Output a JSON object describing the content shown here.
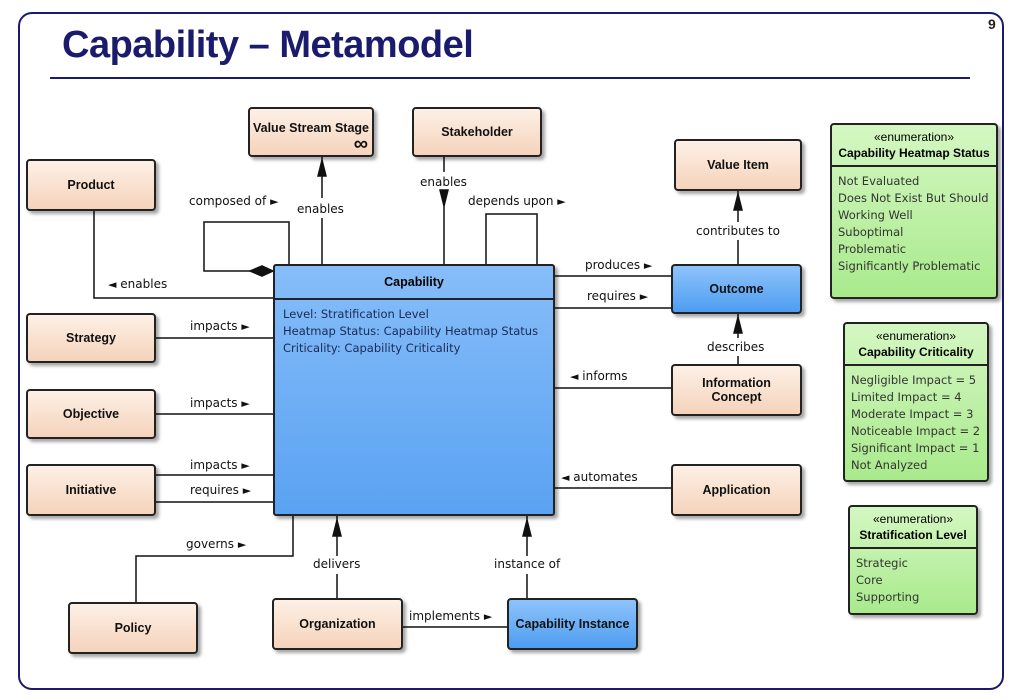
{
  "page_number": "9",
  "title": "Capability – Metamodel",
  "colors": {
    "title": "#1b1b6e",
    "element_fill": "#f5d3bb",
    "capability_fill": "#5aa2f2",
    "enumeration_fill": "#a9ea8c"
  },
  "elements": {
    "value_stream_stage": "Value Stream Stage",
    "stakeholder": "Stakeholder",
    "product": "Product",
    "value_item": "Value Item",
    "capability": "Capability",
    "outcome": "Outcome",
    "strategy": "Strategy",
    "information_concept": "Information Concept",
    "objective": "Objective",
    "initiative": "Initiative",
    "application": "Application",
    "policy": "Policy",
    "organization": "Organization",
    "capability_instance": "Capability Instance"
  },
  "capability_attributes": [
    "Level: Stratification Level",
    "Heatmap Status: Capability Heatmap Status",
    "Criticality: Capability Criticality"
  ],
  "relations": {
    "composed_of": "composed of",
    "vss_enables": "enables",
    "stakeholder_enables": "enables",
    "depends_upon": "depends upon",
    "product_enables": "enables",
    "produces": "produces",
    "requires_outcome": "requires",
    "contributes_to": "contributes to",
    "describes": "describes",
    "informs": "informs",
    "automates": "automates",
    "strategy_impacts": "impacts",
    "objective_impacts": "impacts",
    "initiative_impacts": "impacts",
    "initiative_requires": "requires",
    "governs": "governs",
    "delivers": "delivers",
    "instance_of": "instance of",
    "implements": "implements"
  },
  "enumerations": {
    "stereotype": "«enumeration»",
    "heatmap": {
      "name": "Capability Heatmap Status",
      "values": [
        "Not Evaluated",
        "Does Not Exist But Should",
        "Working Well",
        "Suboptimal",
        "Problematic",
        "Significantly Problematic"
      ]
    },
    "criticality": {
      "name": "Capability Criticality",
      "values": [
        "Negligible Impact = 5",
        "Limited Impact = 4",
        "Moderate Impact = 3",
        "Noticeable Impact = 2",
        "Significant Impact = 1",
        "Not Analyzed"
      ]
    },
    "stratification": {
      "name": "Stratification Level",
      "values": [
        "Strategic",
        "Core",
        "Supporting"
      ]
    }
  }
}
